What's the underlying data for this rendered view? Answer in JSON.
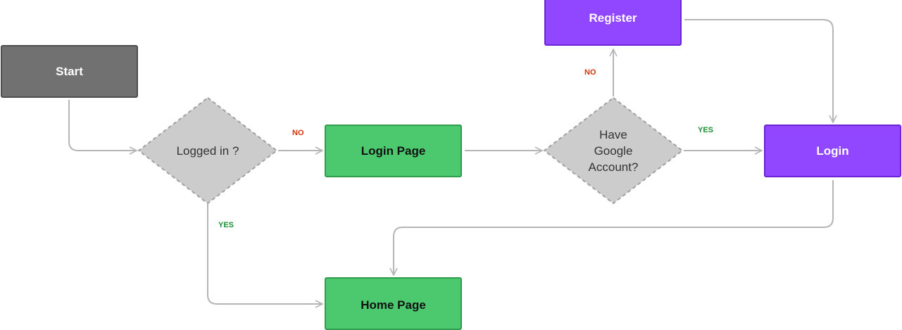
{
  "colors": {
    "start_fill": "#717171",
    "start_border": "#4f4f4f",
    "green_fill": "#4cc96e",
    "green_border": "#2f9c4e",
    "purple_fill": "#9146ff",
    "purple_border": "#6a24d6",
    "diamond_fill": "#cccccc",
    "diamond_border": "#a0a0a0",
    "connector": "#b5b5b5",
    "no_label": "#d4330a",
    "yes_label": "#1e9136"
  },
  "nodes": {
    "start": "Start",
    "logged_in": "Logged in ?",
    "login_page": "Login Page",
    "have_google": "Have\nGoogle\nAccount?",
    "register": "Register",
    "login": "Login",
    "home_page": "Home Page"
  },
  "edges": {
    "logged_in_no": "NO",
    "logged_in_yes": "YES",
    "google_no": "NO",
    "google_yes": "YES"
  }
}
